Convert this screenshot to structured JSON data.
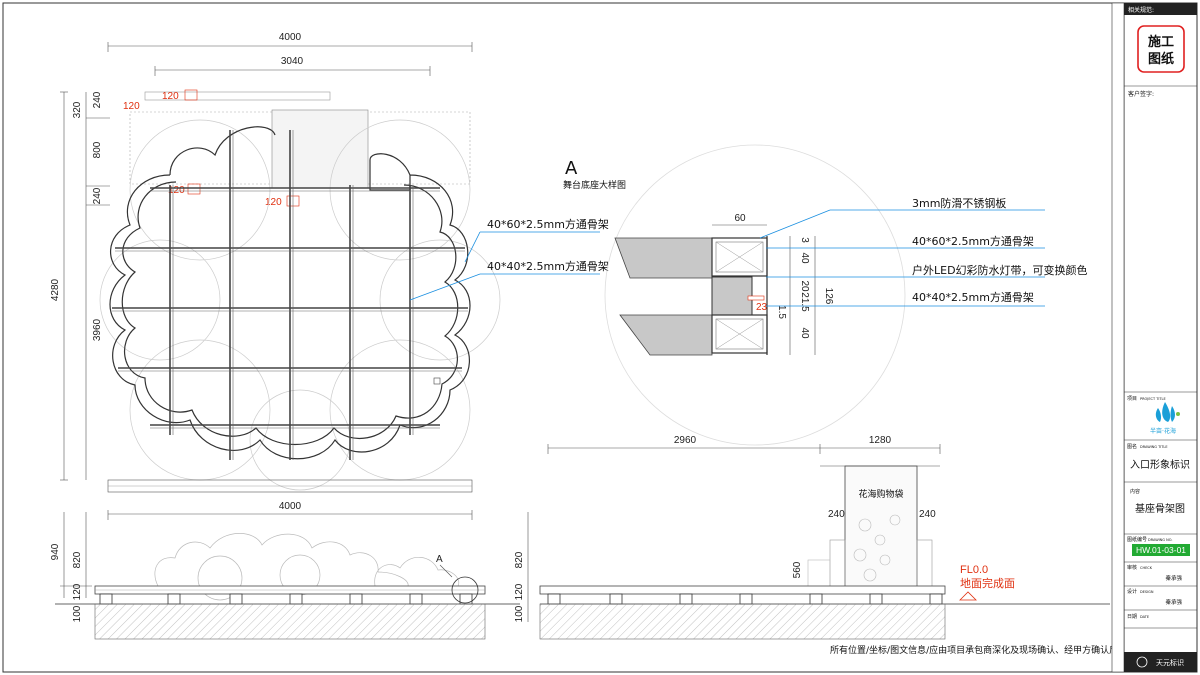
{
  "plan": {
    "dims": {
      "overall_width": "4000",
      "inner_width": "3040",
      "overall_height": "4280",
      "frame_height": "3960",
      "top_320": "320",
      "top_240a": "240",
      "mid_800": "800",
      "low_240": "240",
      "red_120": "120"
    },
    "callout_frame_main": "40*60*2.5mm方通骨架",
    "callout_frame_sub": "40*40*2.5mm方通骨架"
  },
  "detail": {
    "label": "A",
    "title": "舞台底座大样图",
    "dim_60": "60",
    "dims_vertical": [
      "3",
      "40",
      "20",
      "21.5",
      "1.5",
      "40"
    ],
    "dim_126": "126",
    "dim_23": "23",
    "notes": [
      "3mm防滑不锈钢板",
      "40*60*2.5mm方通骨架",
      "户外LED幻彩防水灯带，可变换颜色",
      "40*40*2.5mm方通骨架"
    ]
  },
  "front_elevation": {
    "width": "4000",
    "h_940": "940",
    "h_820": "820",
    "h_120": "120",
    "h_100": "100",
    "ref_a": "A"
  },
  "side_elevation": {
    "w_2960": "2960",
    "w_1280": "1280",
    "d_240_left": "240",
    "d_240_right": "240",
    "sign_text": "花海购物袋",
    "h_560": "560",
    "h_820": "820",
    "h_120": "120",
    "h_100": "100",
    "fl_label": "FL0.0",
    "fl_desc": "地面完成面"
  },
  "footer_note": "所有位置/坐标/图文信息/应由项目承包商深化及现场确认、经甲方确认后制作",
  "title_block": {
    "related": "相关规范:",
    "stamp_line1": "施工",
    "stamp_line2": "图纸",
    "client_sign": "客户签字:",
    "project_label": "项目",
    "project_label_en": "PROJECT TITLE",
    "logo_text": "半亩·花海",
    "drawing_label": "图名",
    "drawing_label_en": "DRAWING TITLE",
    "drawing_title": "入口形象标识",
    "content_label": "内容",
    "content_title": "基座骨架图",
    "number_label": "图纸编号",
    "number_label_en": "DRAWING NO.",
    "drawing_no": "HW.01-03-01",
    "check_label": "审核",
    "check_label_en": "CHECK",
    "check_name": "秦承强",
    "design_label": "设计",
    "design_label_en": "DESIGN",
    "design_name": "秦承强",
    "date_label": "日期",
    "date_label_en": "DATE",
    "brand": "天元标识"
  },
  "colors": {
    "dimension_red": "#e03010",
    "leader_blue": "#1a8fe0",
    "stamp_red": "#e02020",
    "number_green": "#22aa33",
    "hatch_gray": "#bbbbbb"
  }
}
